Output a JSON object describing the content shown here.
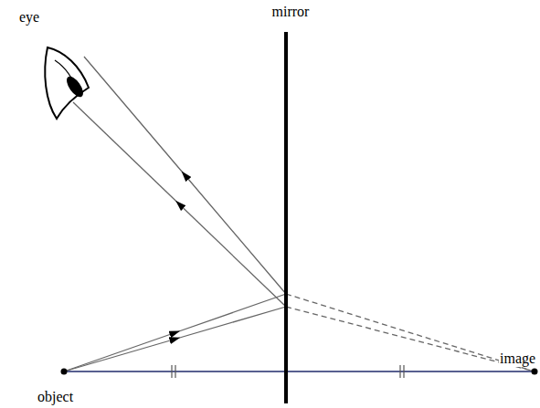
{
  "diagram": {
    "labels": [
      "eye",
      "mirror",
      "object",
      "image"
    ]
  }
}
